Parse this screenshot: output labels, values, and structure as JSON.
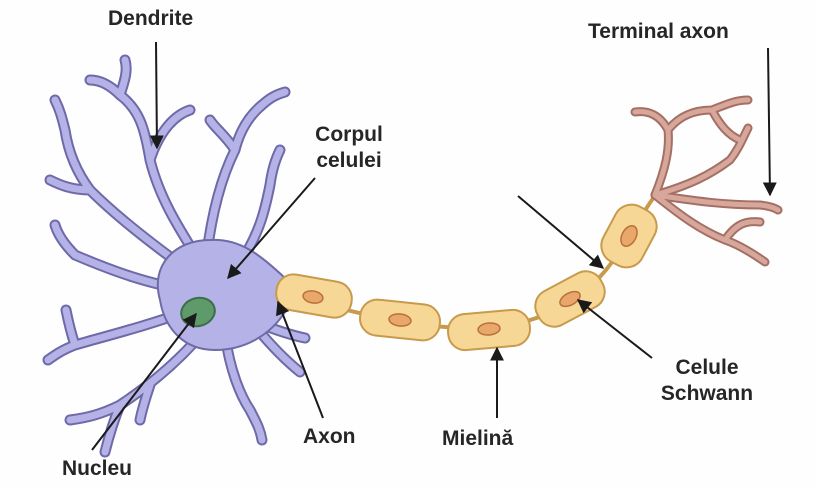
{
  "labels": {
    "dendrite": "Dendrite",
    "terminal_axon": "Terminal axon",
    "cell_body_line1": "Corpul",
    "cell_body_line2": "celulei",
    "axon": "Axon",
    "myelin": "Mielină",
    "schwann_line1": "Celule",
    "schwann_line2": "Schwann",
    "nucleus": "Nucleu"
  },
  "colors": {
    "cell_body_fill": "#b4b2e6",
    "cell_body_stroke": "#6e6aa8",
    "nucleus_fill": "#5e9a6a",
    "nucleus_stroke": "#3f6d48",
    "myelin_fill": "#f6d796",
    "myelin_stroke": "#c79a4c",
    "schwann_nucleus_fill": "#e9a76c",
    "terminal_fill": "#d8a79c",
    "terminal_stroke": "#a47064",
    "pointer": "#1a1a1a",
    "label": "#262626"
  }
}
